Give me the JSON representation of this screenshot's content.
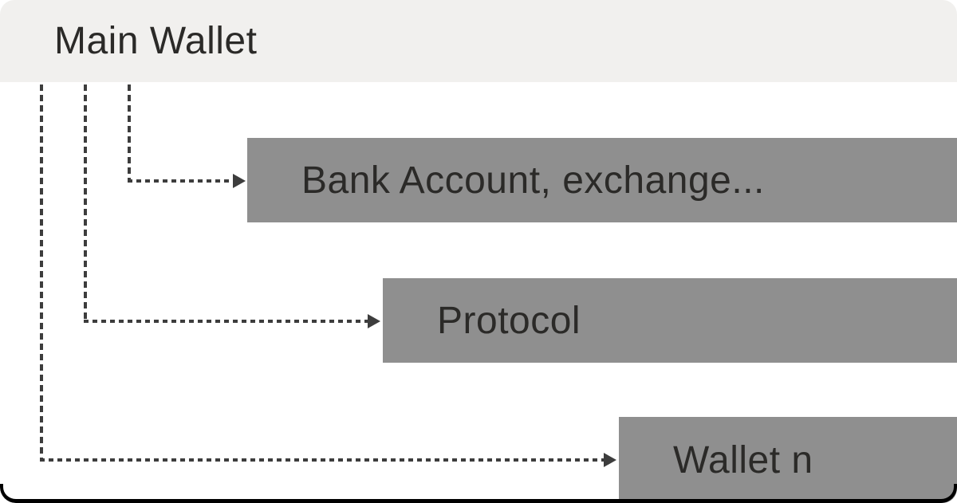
{
  "header": {
    "title": "Main Wallet"
  },
  "nodes": [
    {
      "id": "bank-account",
      "label": "Bank Account, exchange..."
    },
    {
      "id": "protocol",
      "label": "Protocol"
    },
    {
      "id": "wallet-n",
      "label": "Wallet n"
    }
  ],
  "edges": [
    {
      "from": "Main Wallet",
      "to": "Bank Account, exchange...",
      "style": "dashed-arrow"
    },
    {
      "from": "Main Wallet",
      "to": "Protocol",
      "style": "dashed-arrow"
    },
    {
      "from": "Main Wallet",
      "to": "Wallet n",
      "style": "dashed-arrow"
    }
  ],
  "colors": {
    "header_bg": "#f1f0ee",
    "node_bg": "#8f8f8f",
    "text": "#2b2a28",
    "connector": "#3d3d3d",
    "frame_border": "#000000"
  }
}
